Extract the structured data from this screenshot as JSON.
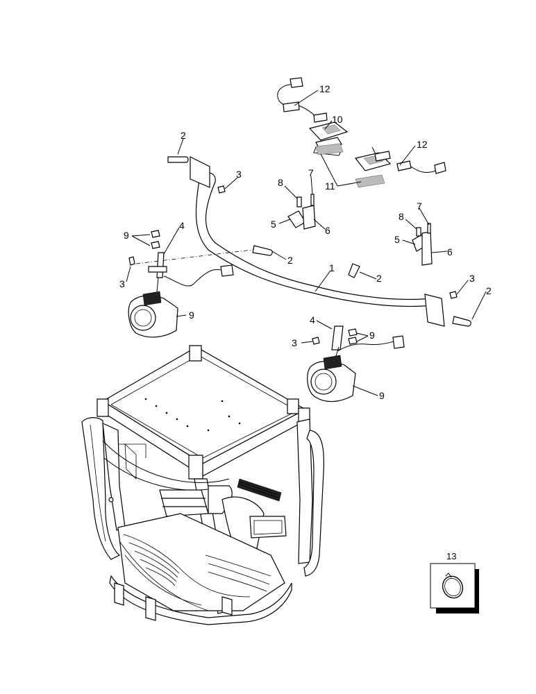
{
  "diagram": {
    "callouts": {
      "c12a": "12",
      "c10": "10",
      "c12b": "12",
      "c11": "11",
      "c2a": "2",
      "c3a": "3",
      "c7a": "7",
      "c8a": "8",
      "c5a": "5",
      "c6a": "6",
      "c7b": "7",
      "c8b": "8",
      "c5b": "5",
      "c6b": "6",
      "c9a": "9",
      "c4a": "4",
      "c2b": "2",
      "c3b": "3",
      "c9b": "9",
      "c1": "1",
      "c2c": "2",
      "c3c": "3",
      "c2d": "2",
      "c4b": "4",
      "c9c": "9",
      "c3d": "3",
      "c9d": "9"
    },
    "inset": {
      "label": "13"
    }
  }
}
